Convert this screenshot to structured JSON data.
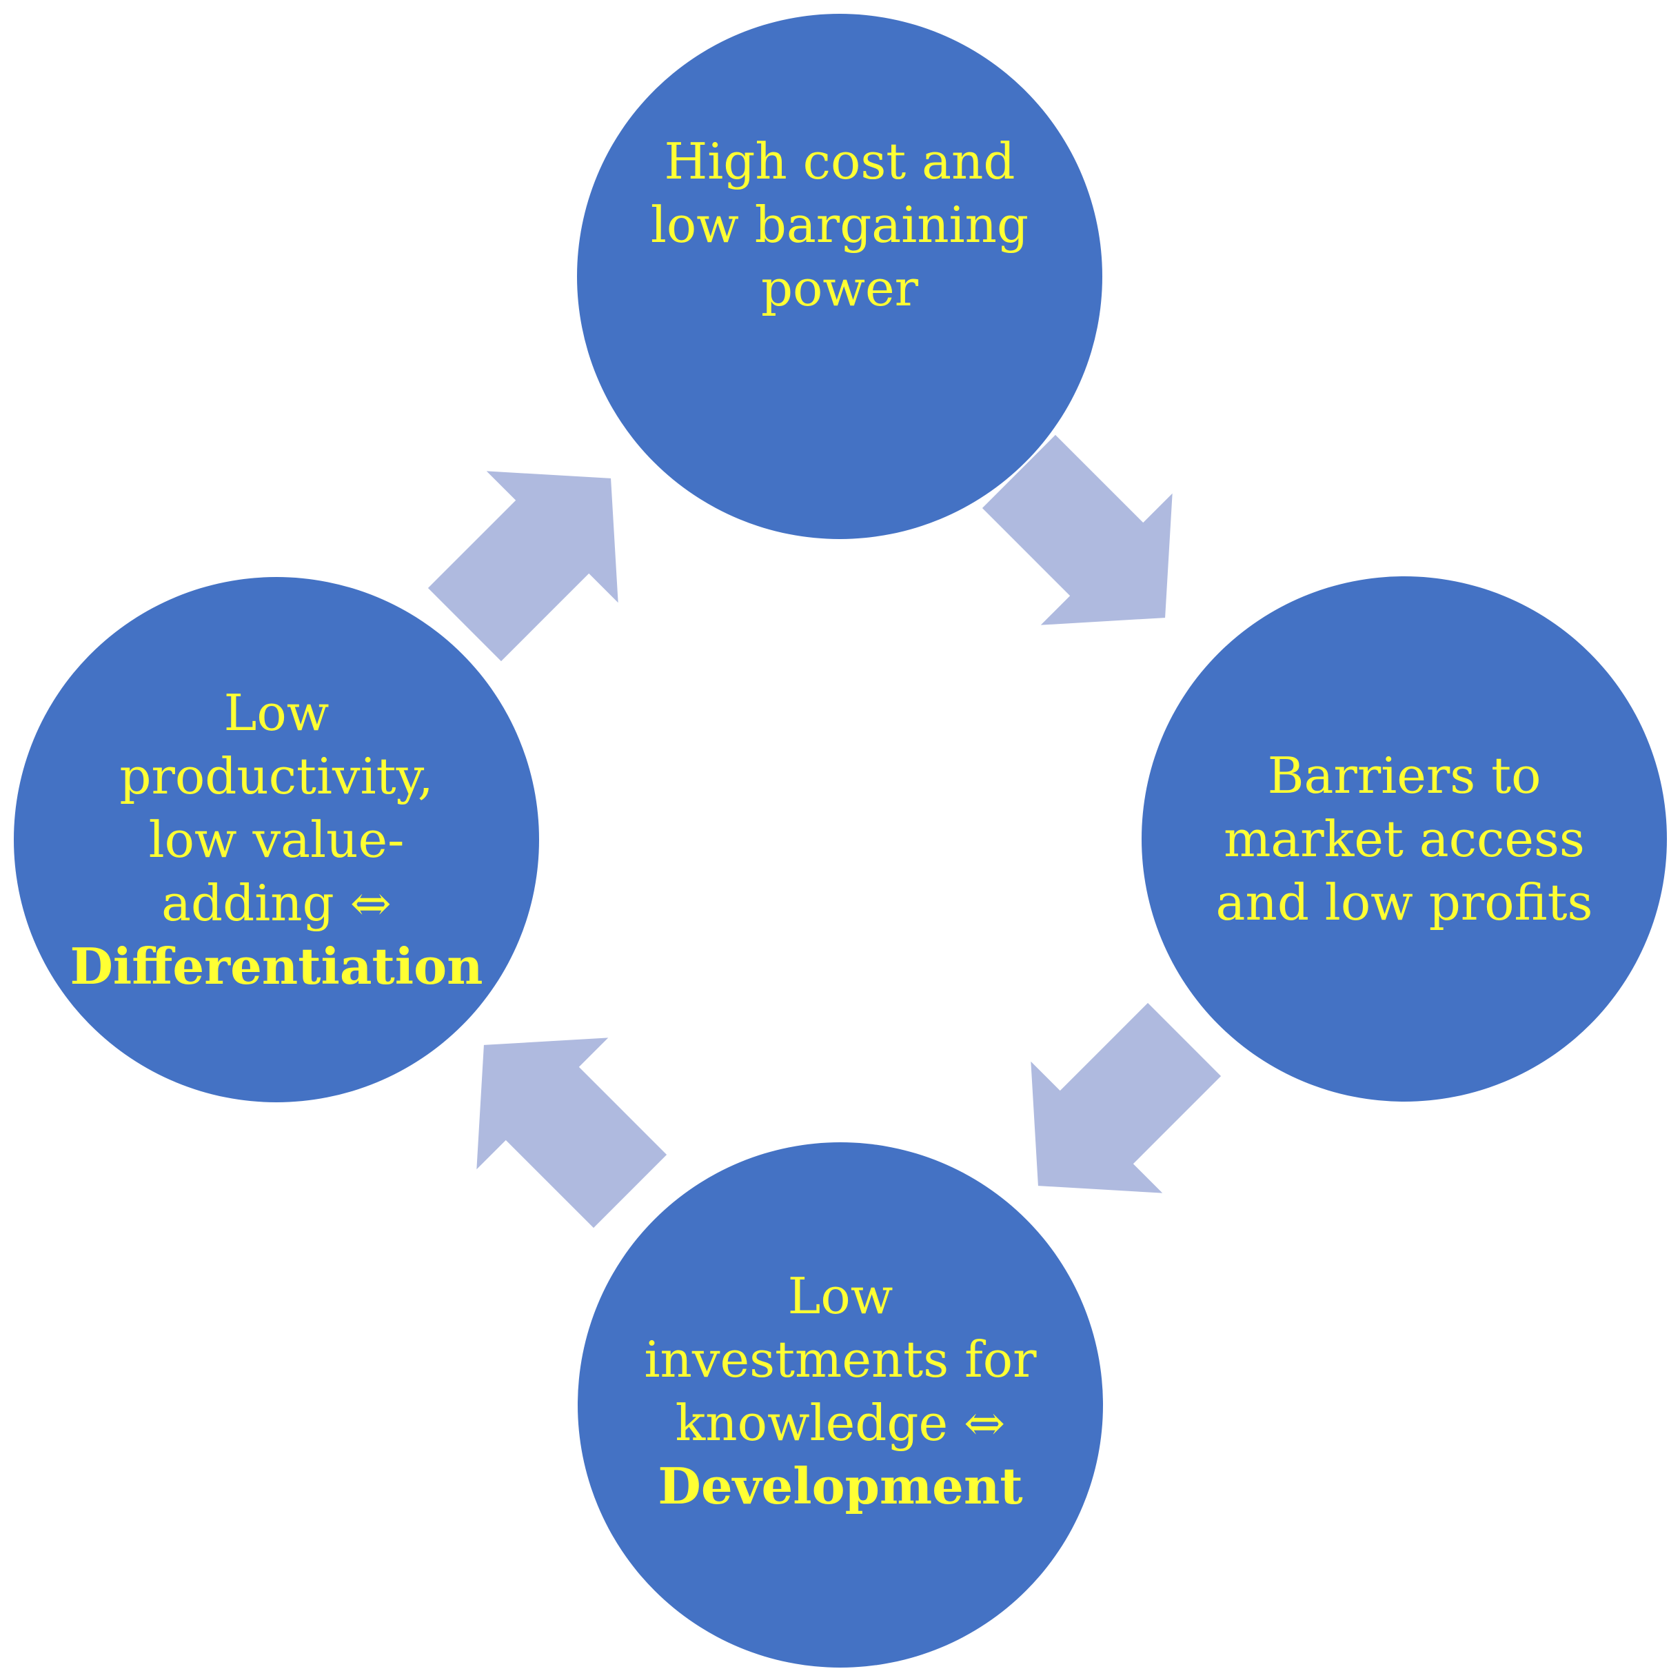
{
  "cycle": {
    "nodes": [
      {
        "id": "top",
        "lines": [
          {
            "text": "High cost and",
            "bold": false
          },
          {
            "text": "low bargaining",
            "bold": false
          },
          {
            "text": "power",
            "bold": false
          }
        ]
      },
      {
        "id": "right",
        "lines": [
          {
            "text": "Barriers to",
            "bold": false
          },
          {
            "text": "market access",
            "bold": false
          },
          {
            "text": "and low profits",
            "bold": false
          }
        ]
      },
      {
        "id": "bottom",
        "lines": [
          {
            "text": "Low",
            "bold": false
          },
          {
            "text": "investments for",
            "bold": false
          },
          {
            "text": "knowledge ⇔",
            "bold": false
          },
          {
            "text": "Development",
            "bold": true
          }
        ]
      },
      {
        "id": "left",
        "lines": [
          {
            "text": "Low",
            "bold": false
          },
          {
            "text": "productivity,",
            "bold": false
          },
          {
            "text": "low value-",
            "bold": false
          },
          {
            "text": "adding ⇔",
            "bold": false
          },
          {
            "text": "Differentiation",
            "bold": true
          }
        ]
      }
    ],
    "arrow_direction": "clockwise",
    "colors": {
      "node_fill": "#4472c4",
      "node_text": "#ffff33",
      "arrow_fill": "#afbadf",
      "background": "#ffffff"
    }
  }
}
